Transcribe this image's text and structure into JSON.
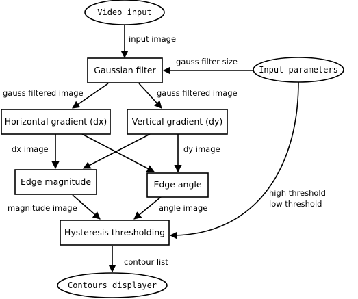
{
  "nodes": {
    "video_input": "Video input",
    "input_parameters": "Input parameters",
    "gaussian_filter": "Gaussian filter",
    "horizontal_gradient": "Horizontal gradient (dx)",
    "vertical_gradient": "Vertical gradient (dy)",
    "edge_magnitude": "Edge magnitude",
    "edge_angle": "Edge angle",
    "hysteresis_thresholding": "Hysteresis thresholding",
    "contours_displayer": "Contours displayer"
  },
  "edges": {
    "input_image": "input image",
    "gauss_filter_size": "gauss filter size",
    "gauss_filtered_image_left": "gauss filtered image",
    "gauss_filtered_image_right": "gauss filtered image",
    "dx_image": "dx image",
    "dy_image": "dy image",
    "magnitude_image": "magnitude image",
    "angle_image": "angle image",
    "high_threshold": "high threshold",
    "low_threshold": "low threshold",
    "contour_list": "contour list"
  }
}
